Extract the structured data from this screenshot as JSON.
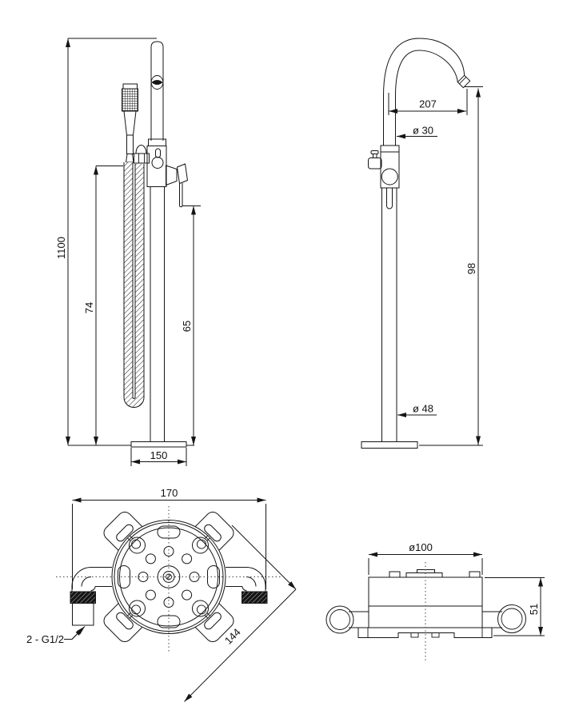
{
  "drawing": {
    "type": "technical-dimension-drawing",
    "subject": "freestanding bathtub faucet with hand shower, four orthographic views",
    "colors": {
      "line": "#151515",
      "background": "#ffffff"
    },
    "views": {
      "front": {
        "dims": {
          "total_height": "1100",
          "hand_shower_height": "74",
          "outlet_height": "65",
          "base_width": "150"
        }
      },
      "side": {
        "dims": {
          "spout_reach": "207",
          "spout_diameter": "ø 30",
          "spout_height": "98",
          "column_diameter": "ø 48"
        }
      },
      "plan": {
        "dims": {
          "overall_width": "170",
          "plate_diagonal": "144",
          "connection_note": "2 - G1/2"
        }
      },
      "base_side": {
        "dims": {
          "body_diameter": "ø100",
          "body_height": "51"
        }
      }
    }
  }
}
